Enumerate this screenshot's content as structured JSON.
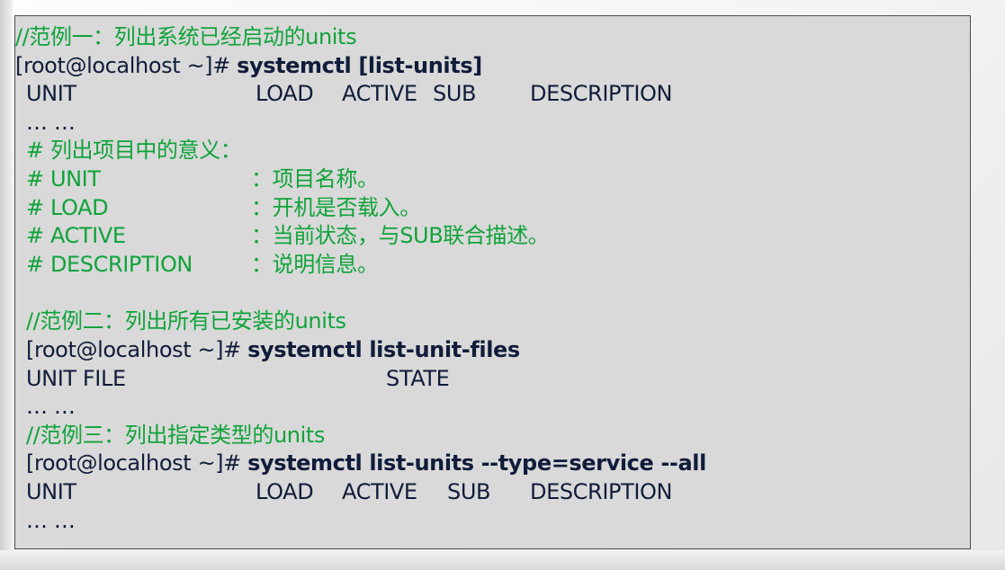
{
  "example1": {
    "comment": "//范例一：列出系统已经启动的units",
    "prompt": "[root@localhost ~]# ",
    "command": "systemctl [list-units]",
    "header": [
      "UNIT",
      "LOAD",
      "ACTIVE",
      "SUB",
      "DESCRIPTION"
    ],
    "ellipsis": "… …",
    "meaning_title": "# 列出项目中的意义：",
    "meanings": [
      {
        "key": "# UNIT",
        "desc": "：项目名称。"
      },
      {
        "key": "# LOAD",
        "desc": "：开机是否载入。"
      },
      {
        "key": "# ACTIVE",
        "desc": "：当前状态，与SUB联合描述。"
      },
      {
        "key": "# DESCRIPTION",
        "desc": "：说明信息。"
      }
    ]
  },
  "example2": {
    "comment": "//范例二：列出所有已安装的units",
    "prompt": "[root@localhost ~]# ",
    "command": "systemctl list-unit-files",
    "header": [
      "UNIT FILE",
      "STATE"
    ],
    "ellipsis": "… …"
  },
  "example3": {
    "comment": "//范例三：列出指定类型的units",
    "prompt": "[root@localhost ~]# ",
    "command": "systemctl list-units --type=service --all",
    "header": [
      "UNIT",
      "LOAD",
      "ACTIVE",
      "SUB",
      "DESCRIPTION"
    ],
    "ellipsis": "… …"
  },
  "colors": {
    "comment_green": "#10a33a",
    "text_navy": "#101c3a",
    "box_background": "#d9d9d9"
  }
}
